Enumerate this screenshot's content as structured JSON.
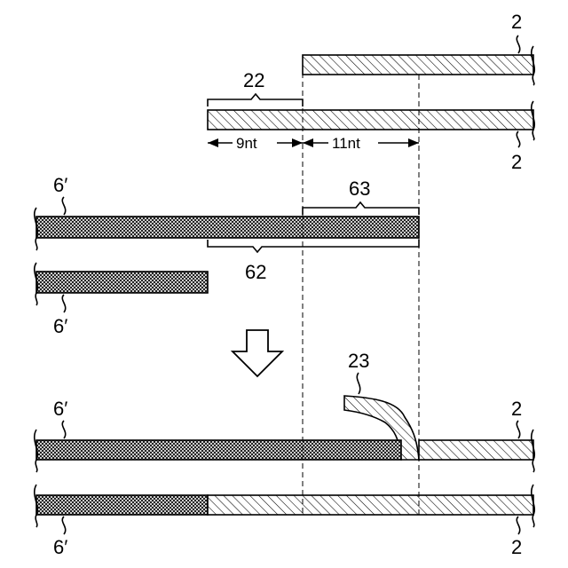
{
  "labels": {
    "top_strand_upper": "2",
    "top_strand_lower": "2",
    "bracket_22": "22",
    "dim_left": "9nt",
    "dim_right": "11nt",
    "probe_upper": "6′",
    "probe_lower": "6′",
    "bracket_63": "63",
    "bracket_62": "62",
    "flap_23": "23",
    "result_probe_upper": "6′",
    "result_strand_upper": "2",
    "result_probe_lower": "6′",
    "result_strand_lower": "2"
  },
  "colors": {
    "line": "#000000",
    "background": "#ffffff"
  },
  "icons": {
    "process_arrow": "down-arrow-icon"
  }
}
